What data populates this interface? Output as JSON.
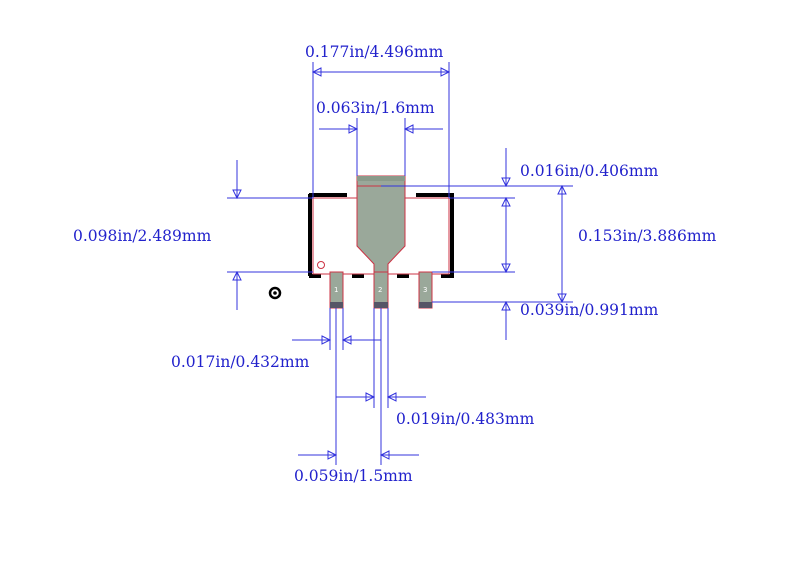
{
  "dimensions": {
    "overall_width": "0.177in/4.496mm",
    "tab_width": "0.063in/1.6mm",
    "tab_thickness": "0.016in/0.406mm",
    "body_height": "0.098in/2.489mm",
    "overall_height": "0.153in/3.886mm",
    "lead_length": "0.039in/0.991mm",
    "lead_width": "0.017in/0.432mm",
    "center_lead_width": "0.019in/0.483mm",
    "pitch": "0.059in/1.5mm"
  },
  "pins": {
    "pin1": "1",
    "pin2": "2",
    "pin3": "3"
  },
  "colors": {
    "dimension": "#3333dd",
    "outline": "#000000",
    "body_edge": "#cc3344",
    "pad": "#9aa89a",
    "pad_dark": "#555566"
  }
}
